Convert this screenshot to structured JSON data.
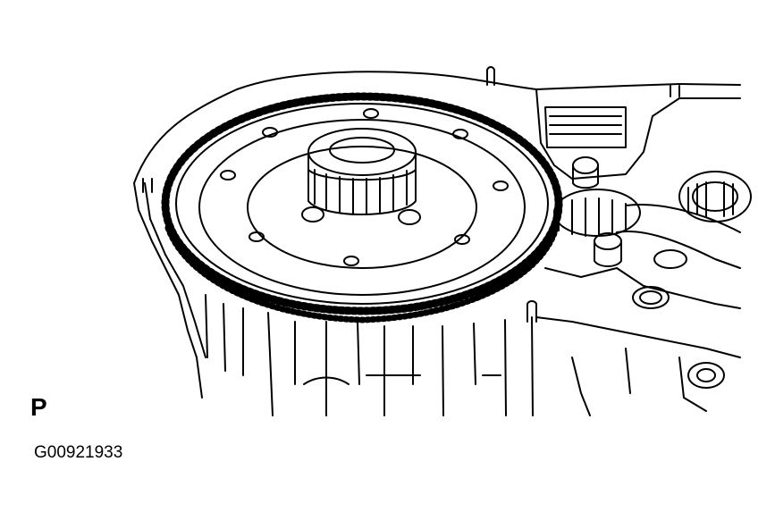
{
  "figure": {
    "view_label": "P",
    "figure_id": "G00921933"
  },
  "illustration": {
    "parts": [
      "transaxle-case",
      "differential-ring-gear",
      "tapered-roller-bearing",
      "pinion-bearing"
    ],
    "colors": {
      "line": "#000000",
      "background": "#ffffff"
    }
  }
}
